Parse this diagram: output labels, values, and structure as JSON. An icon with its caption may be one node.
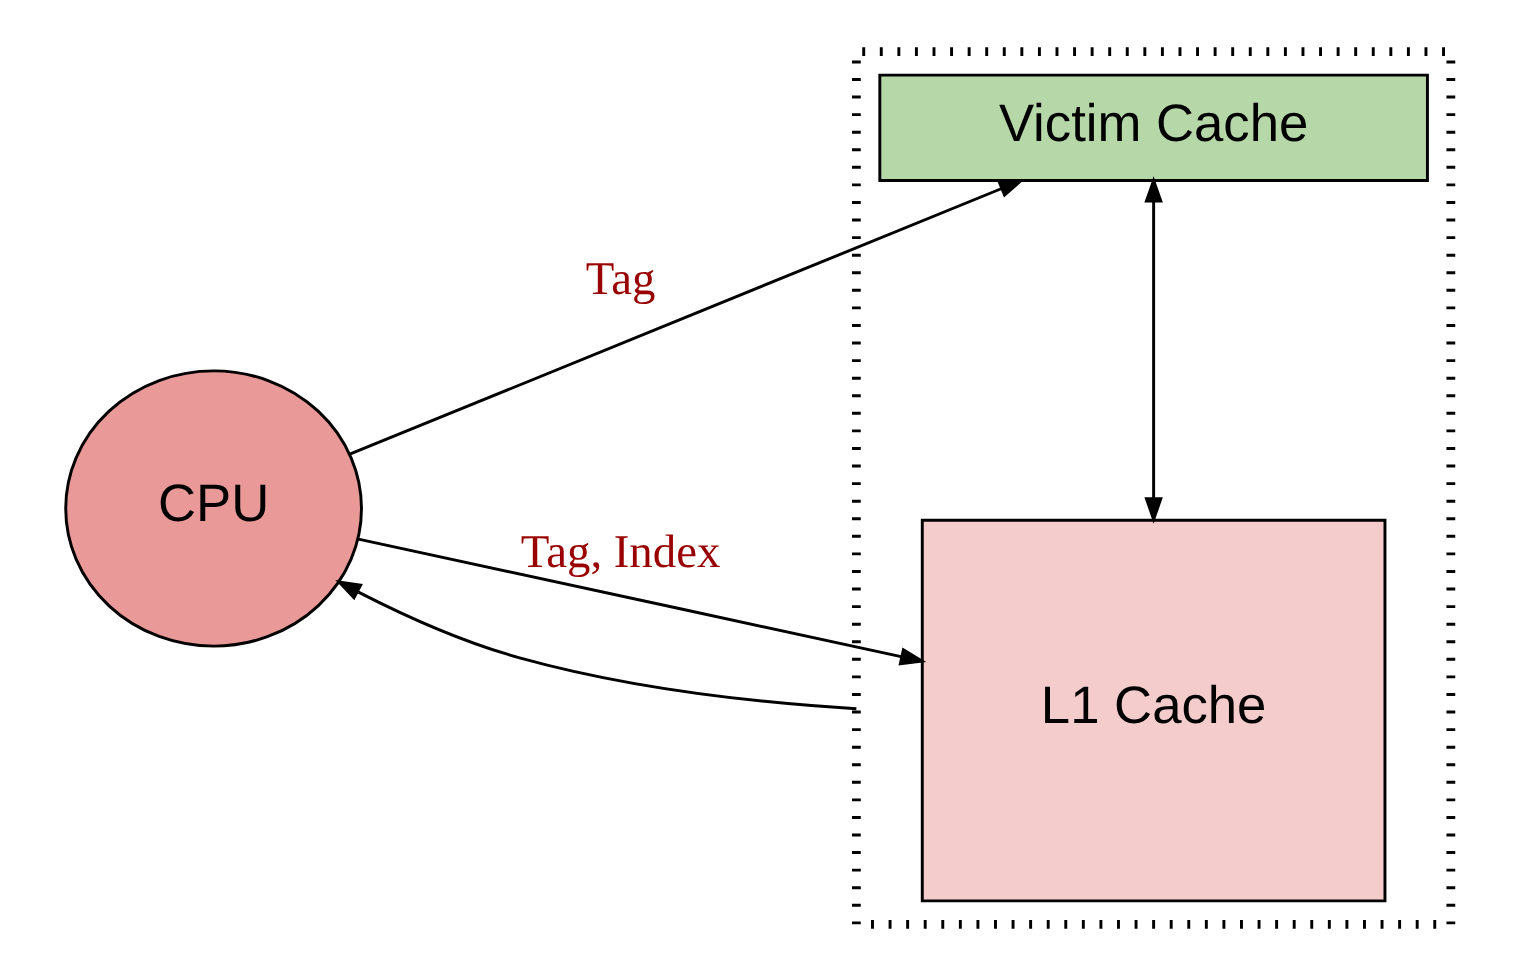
{
  "diagram": {
    "nodes": [
      {
        "text": [
          "CPU"
        ]
      },
      {
        "text": [],
        "shape": "box"
      },
      {
        "text": [
          "L1 Cache"
        ],
        "in": 1
      },
      {
        "text": [
          "Victim Cache"
        ],
        "in": 1
      }
    ],
    "edges": [
      {
        "from": 0,
        "to": 2,
        "arrow": "to",
        "label": "Tag, Index"
      },
      {
        "from": 0,
        "to": 3,
        "arrow": "to",
        "label": "Tag"
      },
      {
        "from": 2,
        "to": 3,
        "arrow": "both"
      },
      {
        "from": 1,
        "to": 0,
        "arrow": "to"
      }
    ]
  }
}
